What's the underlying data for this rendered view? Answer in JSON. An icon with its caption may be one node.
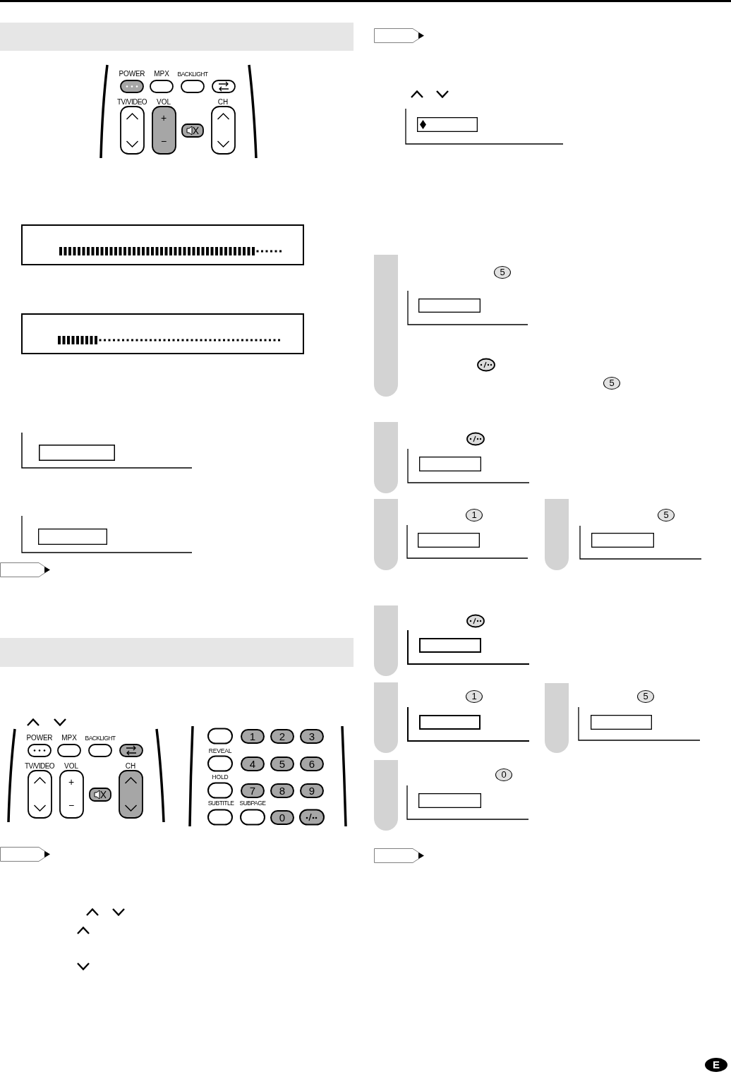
{
  "diagram": {
    "nodes": [
      {
        "text": [],
        "shape": "bar"
      },
      {
        "text": [],
        "shape": "bar"
      },
      {
        "text": [],
        "shape": "bar"
      },
      {
        "text": [],
        "shape": "bar"
      },
      {
        "text": [],
        "shape": "bar"
      },
      {
        "text": [],
        "shape": "bar"
      },
      {
        "text": [],
        "shape": "bar"
      },
      {
        "text": [],
        "shape": "bar"
      }
    ],
    "labels": [
      "POWER",
      "MPX",
      "BACKLIGHT",
      "TV/VIDEO",
      "VOL",
      "CH",
      "+",
      "−",
      "POWER",
      "MPX",
      "BACKLIGHT",
      "TV/VIDEO",
      "VOL",
      "CH",
      "+",
      "−",
      "1",
      "2",
      "3",
      "REVEAL",
      "4",
      "5",
      "6",
      "HOLD",
      "7",
      "8",
      "9",
      "SUBTITLE",
      "SUBPAGE",
      "0",
      "5",
      "5",
      "1",
      "5",
      "1",
      "5",
      "0",
      "E"
    ]
  }
}
